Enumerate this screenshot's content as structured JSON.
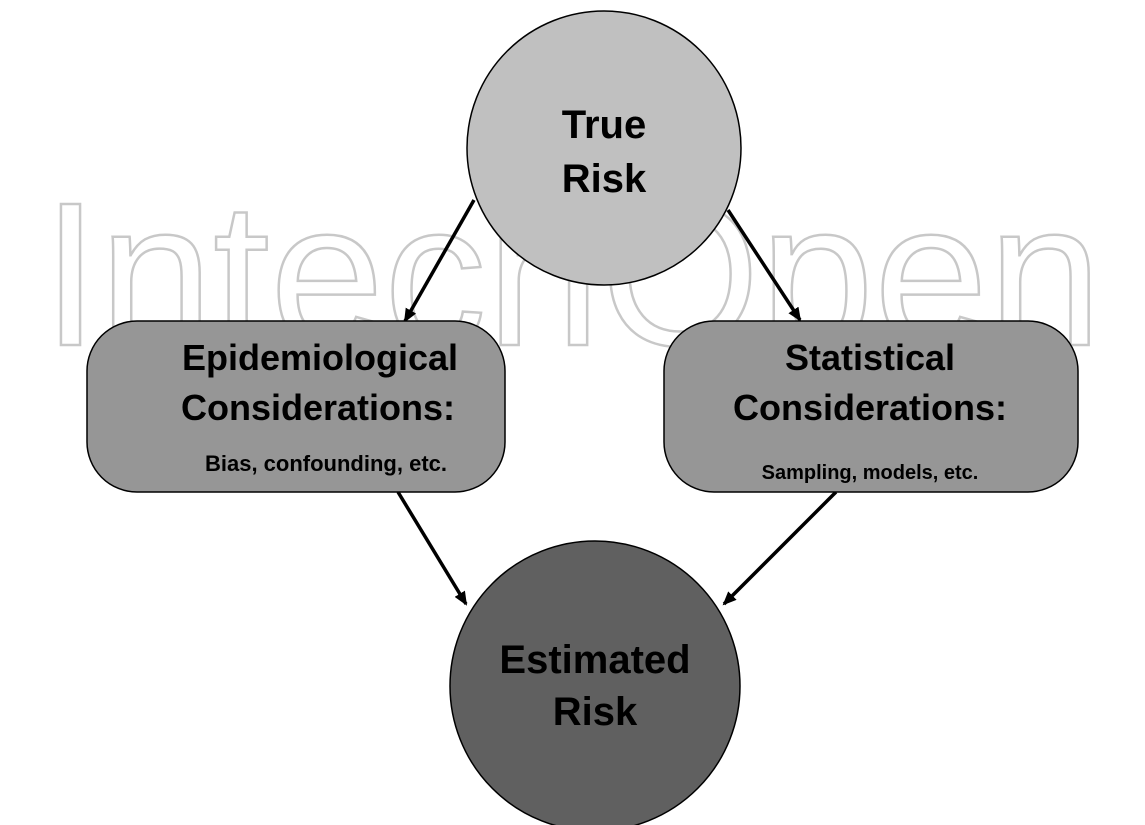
{
  "watermark": {
    "text": "IntechOpen",
    "color": "#c8c8c8"
  },
  "nodes": {
    "true_risk": {
      "line1": "True",
      "line2": "Risk",
      "fill": "#c0c0c0"
    },
    "epidemiological": {
      "title1": "Epidemiological",
      "title2": "Considerations:",
      "detail": "Bias, confounding, etc.",
      "fill": "#969696"
    },
    "statistical": {
      "title1": "Statistical",
      "title2": "Considerations:",
      "detail": "Sampling, models, etc.",
      "fill": "#969696"
    },
    "estimated_risk": {
      "line1": "Estimated",
      "line2": "Risk",
      "fill": "#606060"
    }
  },
  "edges": [
    {
      "from": "True Risk",
      "to": "Epidemiological Considerations"
    },
    {
      "from": "True Risk",
      "to": "Statistical Considerations"
    },
    {
      "from": "Epidemiological Considerations",
      "to": "Estimated Risk"
    },
    {
      "from": "Statistical Considerations",
      "to": "Estimated Risk"
    }
  ]
}
